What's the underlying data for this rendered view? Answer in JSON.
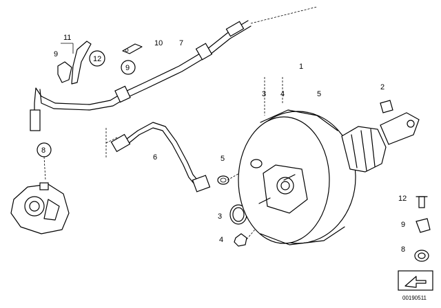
{
  "labels": {
    "p1": "1",
    "p2": "2",
    "p3a": "3",
    "p4a": "4",
    "p5a": "5",
    "p6": "6",
    "p7": "7",
    "p8a": "8",
    "p9a": "9",
    "p9b": "9",
    "p10": "10",
    "p11": "11",
    "p12a": "12",
    "p5b": "5",
    "p3b": "3",
    "p4b": "4",
    "p12b": "12",
    "p9c": "9",
    "p8b": "8"
  },
  "diagram_code": "00190511",
  "colors": {
    "line": "#000000",
    "background": "#ffffff"
  }
}
